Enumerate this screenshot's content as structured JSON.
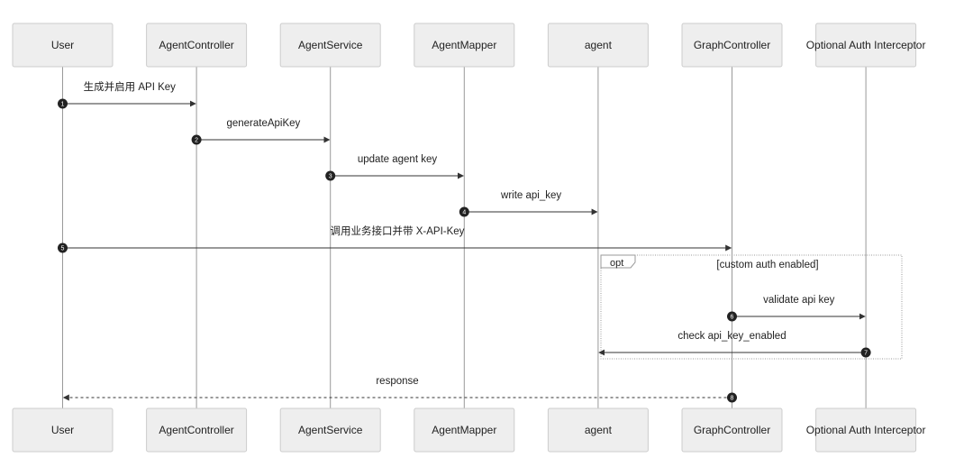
{
  "participants": [
    {
      "id": "user",
      "label": "User"
    },
    {
      "id": "agent_controller",
      "label": "AgentController"
    },
    {
      "id": "agent_service",
      "label": "AgentService"
    },
    {
      "id": "agent_mapper",
      "label": "AgentMapper"
    },
    {
      "id": "agent",
      "label": "agent"
    },
    {
      "id": "graph_controller",
      "label": "GraphController"
    },
    {
      "id": "optional_auth_interceptor",
      "label": "Optional Auth Interceptor"
    }
  ],
  "messages": [
    {
      "seq": "1",
      "from": "user",
      "to": "agent_controller",
      "label": "生成并启用 API Key",
      "style": "solid"
    },
    {
      "seq": "2",
      "from": "agent_controller",
      "to": "agent_service",
      "label": "generateApiKey",
      "style": "solid"
    },
    {
      "seq": "3",
      "from": "agent_service",
      "to": "agent_mapper",
      "label": "update agent key",
      "style": "solid"
    },
    {
      "seq": "4",
      "from": "agent_mapper",
      "to": "agent",
      "label": "write api_key",
      "style": "solid"
    },
    {
      "seq": "5",
      "from": "user",
      "to": "graph_controller",
      "label": "调用业务接口并带 X-API-Key",
      "style": "solid"
    },
    {
      "seq": "6",
      "from": "graph_controller",
      "to": "optional_auth_interceptor",
      "label": "validate api key",
      "style": "solid"
    },
    {
      "seq": "7",
      "from": "optional_auth_interceptor",
      "to": "agent",
      "label": "check api_key_enabled",
      "style": "solid"
    },
    {
      "seq": "8",
      "from": "graph_controller",
      "to": "user",
      "label": "response",
      "style": "dotted"
    }
  ],
  "fragment": {
    "kind": "opt",
    "condition": "[custom auth enabled]",
    "covers_messages": [
      "6",
      "7"
    ]
  }
}
